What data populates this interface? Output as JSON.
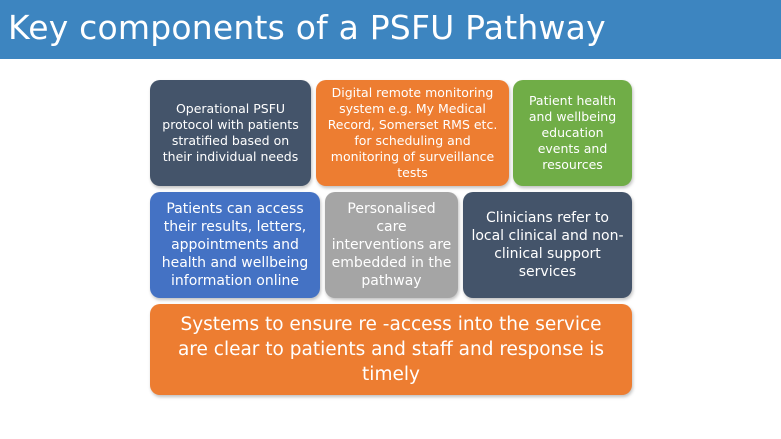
{
  "slide": {
    "title": "Key components of a PSFU Pathway",
    "colors": {
      "title_bar": "#3d85c0",
      "dark_slate": "#44546a",
      "orange": "#ed7d31",
      "green": "#70ad47",
      "blue": "#4472c4",
      "gray": "#a5a5a5"
    }
  },
  "components": [
    {
      "text": "Operational PSFU protocol with patients stratified based on their individual needs"
    },
    {
      "text": "Digital remote monitoring system e.g. My Medical Record, Somerset RMS etc. for scheduling and monitoring of surveillance tests"
    },
    {
      "text": "Patient health and wellbeing education events and resources"
    },
    {
      "text": "Patients can access their results, letters, appointments and health and wellbeing information online"
    },
    {
      "text": "Personalised care interventions are embedded in the pathway"
    },
    {
      "text": "Clinicians refer to local clinical and non-clinical support services"
    },
    {
      "text": "Systems to ensure re -access into the service are clear to patients and staff and response is timely"
    }
  ]
}
